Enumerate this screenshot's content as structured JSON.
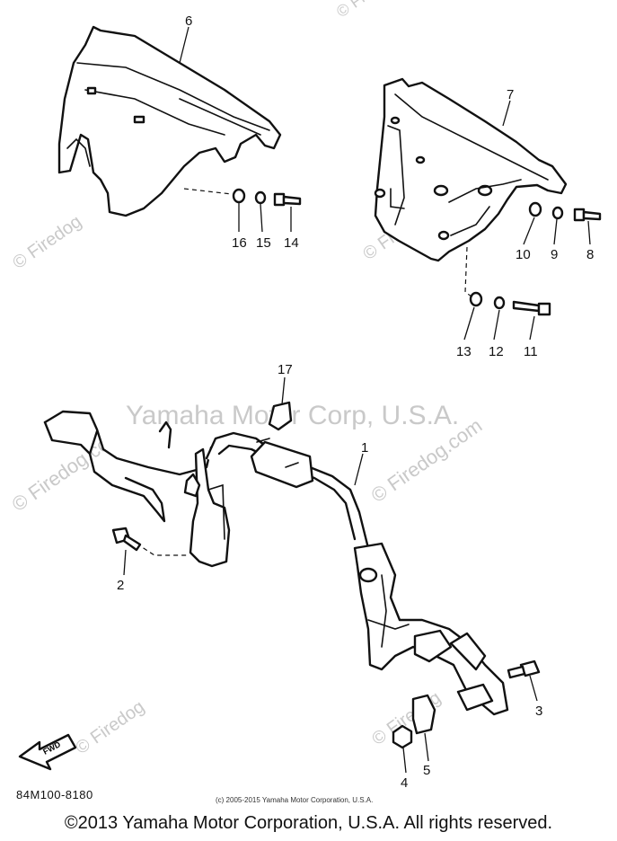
{
  "watermarks": {
    "main": "Yamaha Motor Corp, U.S.A.",
    "site": "© Firedog.com",
    "site_short": "© Firedog"
  },
  "fwd_label": "FWD",
  "part_numbers": [
    "1",
    "2",
    "3",
    "4",
    "5",
    "6",
    "7",
    "8",
    "9",
    "10",
    "11",
    "12",
    "13",
    "14",
    "15",
    "16",
    "17"
  ],
  "diagram_code": "84M100-8180",
  "small_copyright": "(c) 2005-2015 Yamaha Motor Corporation, U.S.A.",
  "footer": "©2013 Yamaha Motor Corporation, U.S.A. All rights reserved."
}
